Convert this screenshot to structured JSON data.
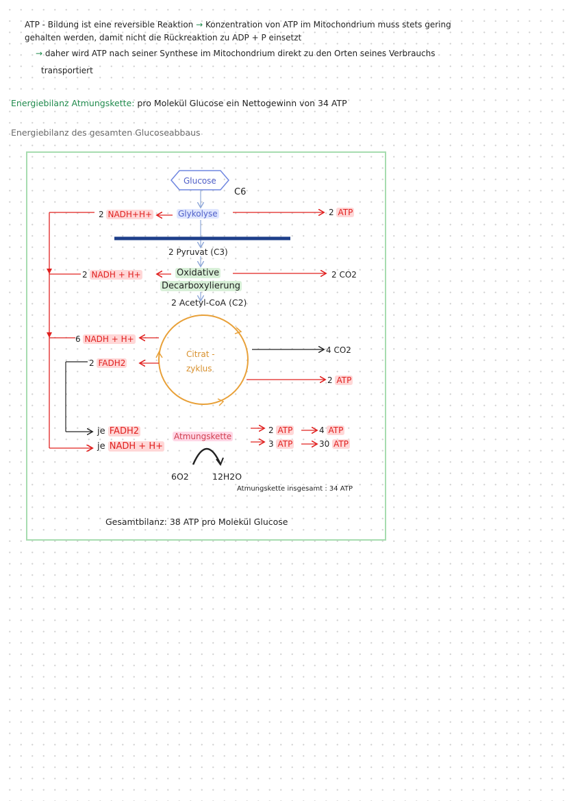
{
  "intro": {
    "line1_a": "ATP - Bildung ist eine reversible Reaktion",
    "line1_b": "Konzentration von ATP im Mitochondrium muss stets gering",
    "line2": "gehalten werden, damit nicht die Rückreaktion zu ADP + P einsetzt",
    "line3": "daher wird ATP nach seiner Synthese im Mitochondrium direkt zu den Orten seines Verbrauchs",
    "line4": "transportiert"
  },
  "energy_chain": {
    "label": "Energiebilanz Atmungskette:",
    "text": "pro Molekül Glucose ein Nettogewinn von 34 ATP"
  },
  "energy_total": {
    "label": "Energiebilanz des gesamten Glucoseabbaus"
  },
  "diagram": {
    "glucose": "Glucose",
    "c6": "C6",
    "glycolysis": "Glykolyse",
    "glycolysis_nadh_num": "2",
    "glycolysis_nadh": "NADH+H+",
    "glycolysis_atp_num": "2",
    "glycolysis_atp": "ATP",
    "pyruvat": "2 Pyruvat (C3)",
    "oxidative": "Oxidative",
    "decarboxylation": "Decarboxylierung",
    "acetyl": "2 Acetyl-CoA (C2)",
    "decarb_nadh_num": "2",
    "decarb_nadh": "NADH + H+",
    "decarb_co2": "2 CO2",
    "cycle_line1": "Citrat -",
    "cycle_line2": "zyklus",
    "cycle_nadh_num": "6",
    "cycle_nadh": "NADH + H+",
    "cycle_fadh_num": "2",
    "cycle_fadh": "FADH2",
    "cycle_co2": "4 CO2",
    "cycle_atp_num": "2",
    "cycle_atp": "ATP",
    "je1": "je",
    "je_fadh": "FADH2",
    "je2": "je",
    "je_nadh": "NADH + H+",
    "respiratory_chain": "Atmungskette",
    "rc_row1_a_num": "2",
    "rc_row1_a": "ATP",
    "rc_row1_b_num": "4",
    "rc_row1_b": "ATP",
    "rc_row2_a_num": "3",
    "rc_row2_a": "ATP",
    "rc_row2_b_num": "30",
    "rc_row2_b": "ATP",
    "o2": "6O2",
    "h2o": "12H2O",
    "rc_total": "Atmungskette insgesamt : 34 ATP",
    "total": "Gesamtbilanz: 38 ATP pro Molekül Glucose"
  },
  "colors": {
    "green": "#1f8a4c",
    "red": "#e0201f",
    "navy": "#1e3f8a",
    "orange": "#e8a038",
    "box_border": "#a6dcaf"
  }
}
